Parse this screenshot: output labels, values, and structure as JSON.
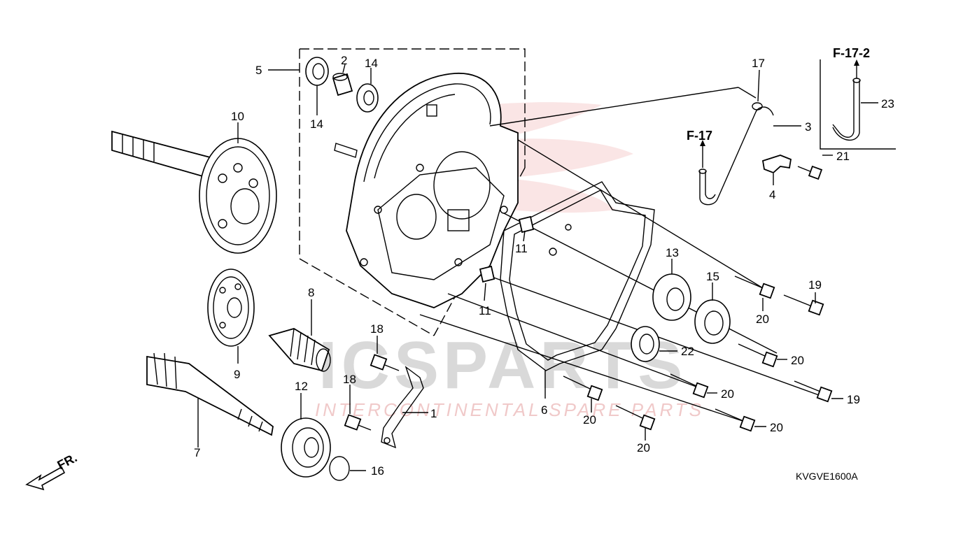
{
  "diagram": {
    "diagram_code": "KVGVE1600A",
    "direction_label": "FR.",
    "watermark": {
      "brand": "ICSPARTS",
      "tagline": "INTERCONTINENTAL SPARE PARTS"
    },
    "references": {
      "f17": "F-17",
      "f172": "F-17-2"
    },
    "callouts": {
      "c1": "1",
      "c2": "2",
      "c3": "3",
      "c4": "4",
      "c5": "5",
      "c6": "6",
      "c7": "7",
      "c8": "8",
      "c9": "9",
      "c10": "10",
      "c11a": "11",
      "c11b": "11",
      "c12": "12",
      "c13": "13",
      "c14a": "14",
      "c14b": "14",
      "c15": "15",
      "c16": "16",
      "c17": "17",
      "c18a": "18",
      "c18b": "18",
      "c19a": "19",
      "c19b": "19",
      "c20a": "20",
      "c20b": "20",
      "c20c": "20",
      "c20d": "20",
      "c20e": "20",
      "c20f": "20",
      "c21": "21",
      "c22": "22",
      "c23": "23"
    }
  }
}
